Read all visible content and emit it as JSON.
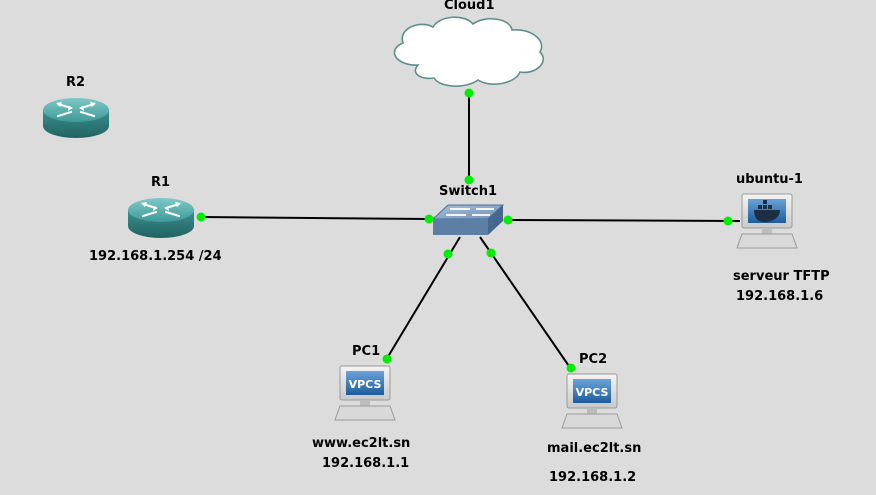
{
  "nodes": {
    "cloud1": {
      "name": "Cloud1"
    },
    "r2": {
      "name": "R2"
    },
    "r1": {
      "name": "R1",
      "note": "192.168.1.254 /24"
    },
    "switch1": {
      "name": "Switch1"
    },
    "ubuntu1": {
      "name": "ubuntu-1",
      "note1": "serveur TFTP",
      "note2": "192.168.1.6"
    },
    "pc1": {
      "name": "PC1",
      "note1": "www.ec2lt.sn",
      "note2": "192.168.1.1",
      "screen_text": "VPCS"
    },
    "pc2": {
      "name": "PC2",
      "note1": "mail.ec2lt.sn",
      "note2": "192.168.1.2",
      "screen_text": "VPCS"
    }
  },
  "links": [
    {
      "from": "cloud1",
      "to": "switch1"
    },
    {
      "from": "r1",
      "to": "switch1"
    },
    {
      "from": "switch1",
      "to": "ubuntu1"
    },
    {
      "from": "switch1",
      "to": "pc1"
    },
    {
      "from": "switch1",
      "to": "pc2"
    }
  ],
  "colors": {
    "background": "#dcdcdc",
    "link": "#000000",
    "port_up": "#00ee00",
    "router": "#3d9a9a",
    "switch": "#7895b5",
    "vpcs_screen": "#3a78b8"
  }
}
